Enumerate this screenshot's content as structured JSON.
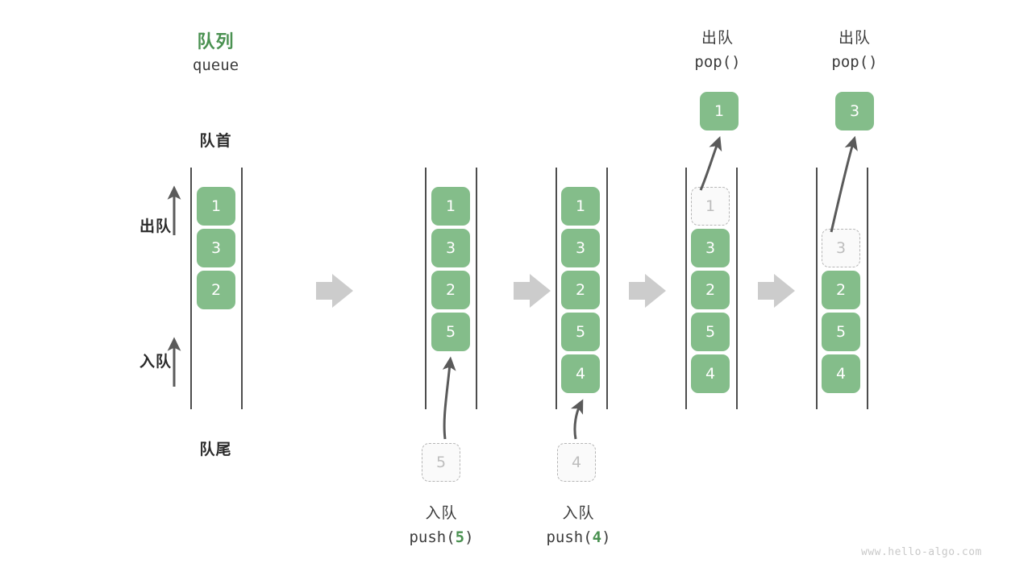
{
  "header": {
    "title_cn": "队列",
    "title_en": "queue",
    "front_label": "队首",
    "rear_label": "队尾",
    "dequeue_label": "出队",
    "enqueue_label": "入队",
    "accent_color": "#4a9151",
    "cell_color": "#84bd8a",
    "ghost_border_color": "#b6b6b6",
    "arrow_color": "#cccccc"
  },
  "watermark": "www.hello-algo.com",
  "chart_data": {
    "type": "diagram",
    "title": "队列 queue",
    "columns": [
      {
        "id": "initial",
        "caption_cn": "",
        "caption_code": "",
        "cells": [
          "1",
          "3",
          "2"
        ],
        "ghost_index": -1,
        "result_value": ""
      },
      {
        "id": "push-5",
        "caption_cn": "入队",
        "caption_code": "push(5)",
        "caption_arg": "5",
        "cells": [
          "1",
          "3",
          "2",
          "5"
        ],
        "incoming_value": "5",
        "ghost_index": -1,
        "result_value": ""
      },
      {
        "id": "push-4",
        "caption_cn": "入队",
        "caption_code": "push(4)",
        "caption_arg": "4",
        "cells": [
          "1",
          "3",
          "2",
          "5",
          "4"
        ],
        "incoming_value": "4",
        "ghost_index": -1,
        "result_value": ""
      },
      {
        "id": "pop-1",
        "caption_cn": "出队",
        "caption_code": "pop()",
        "cells": [
          "1",
          "3",
          "2",
          "5",
          "4"
        ],
        "ghost_index": 0,
        "result_value": "1"
      },
      {
        "id": "pop-3",
        "caption_cn": "出队",
        "caption_code": "pop()",
        "cells": [
          "",
          "3",
          "2",
          "5",
          "4"
        ],
        "ghost_index": 1,
        "result_value": "3"
      }
    ]
  },
  "cols": {
    "c0": {
      "cells": [
        {
          "v": "1",
          "ghost": false
        },
        {
          "v": "3",
          "ghost": false
        },
        {
          "v": "2",
          "ghost": false
        }
      ]
    },
    "c1": {
      "cells": [
        {
          "v": "1",
          "ghost": false
        },
        {
          "v": "3",
          "ghost": false
        },
        {
          "v": "2",
          "ghost": false
        },
        {
          "v": "5",
          "ghost": false
        }
      ],
      "incoming": "5",
      "cap_cn": "入队",
      "cap_pre": "push(",
      "cap_arg": "5",
      "cap_post": ")"
    },
    "c2": {
      "cells": [
        {
          "v": "1",
          "ghost": false
        },
        {
          "v": "3",
          "ghost": false
        },
        {
          "v": "2",
          "ghost": false
        },
        {
          "v": "5",
          "ghost": false
        },
        {
          "v": "4",
          "ghost": false
        }
      ],
      "incoming": "4",
      "cap_cn": "入队",
      "cap_pre": "push(",
      "cap_arg": "4",
      "cap_post": ")"
    },
    "c3": {
      "cells": [
        {
          "v": "1",
          "ghost": true
        },
        {
          "v": "3",
          "ghost": false
        },
        {
          "v": "2",
          "ghost": false
        },
        {
          "v": "5",
          "ghost": false
        },
        {
          "v": "4",
          "ghost": false
        }
      ],
      "result": "1",
      "cap_cn": "出队",
      "cap_code": "pop()"
    },
    "c4": {
      "cells": [
        {
          "v": "3",
          "ghost": true
        },
        {
          "v": "2",
          "ghost": false
        },
        {
          "v": "5",
          "ghost": false
        },
        {
          "v": "4",
          "ghost": false
        }
      ],
      "result": "3",
      "cap_cn": "出队",
      "cap_code": "pop()"
    }
  }
}
